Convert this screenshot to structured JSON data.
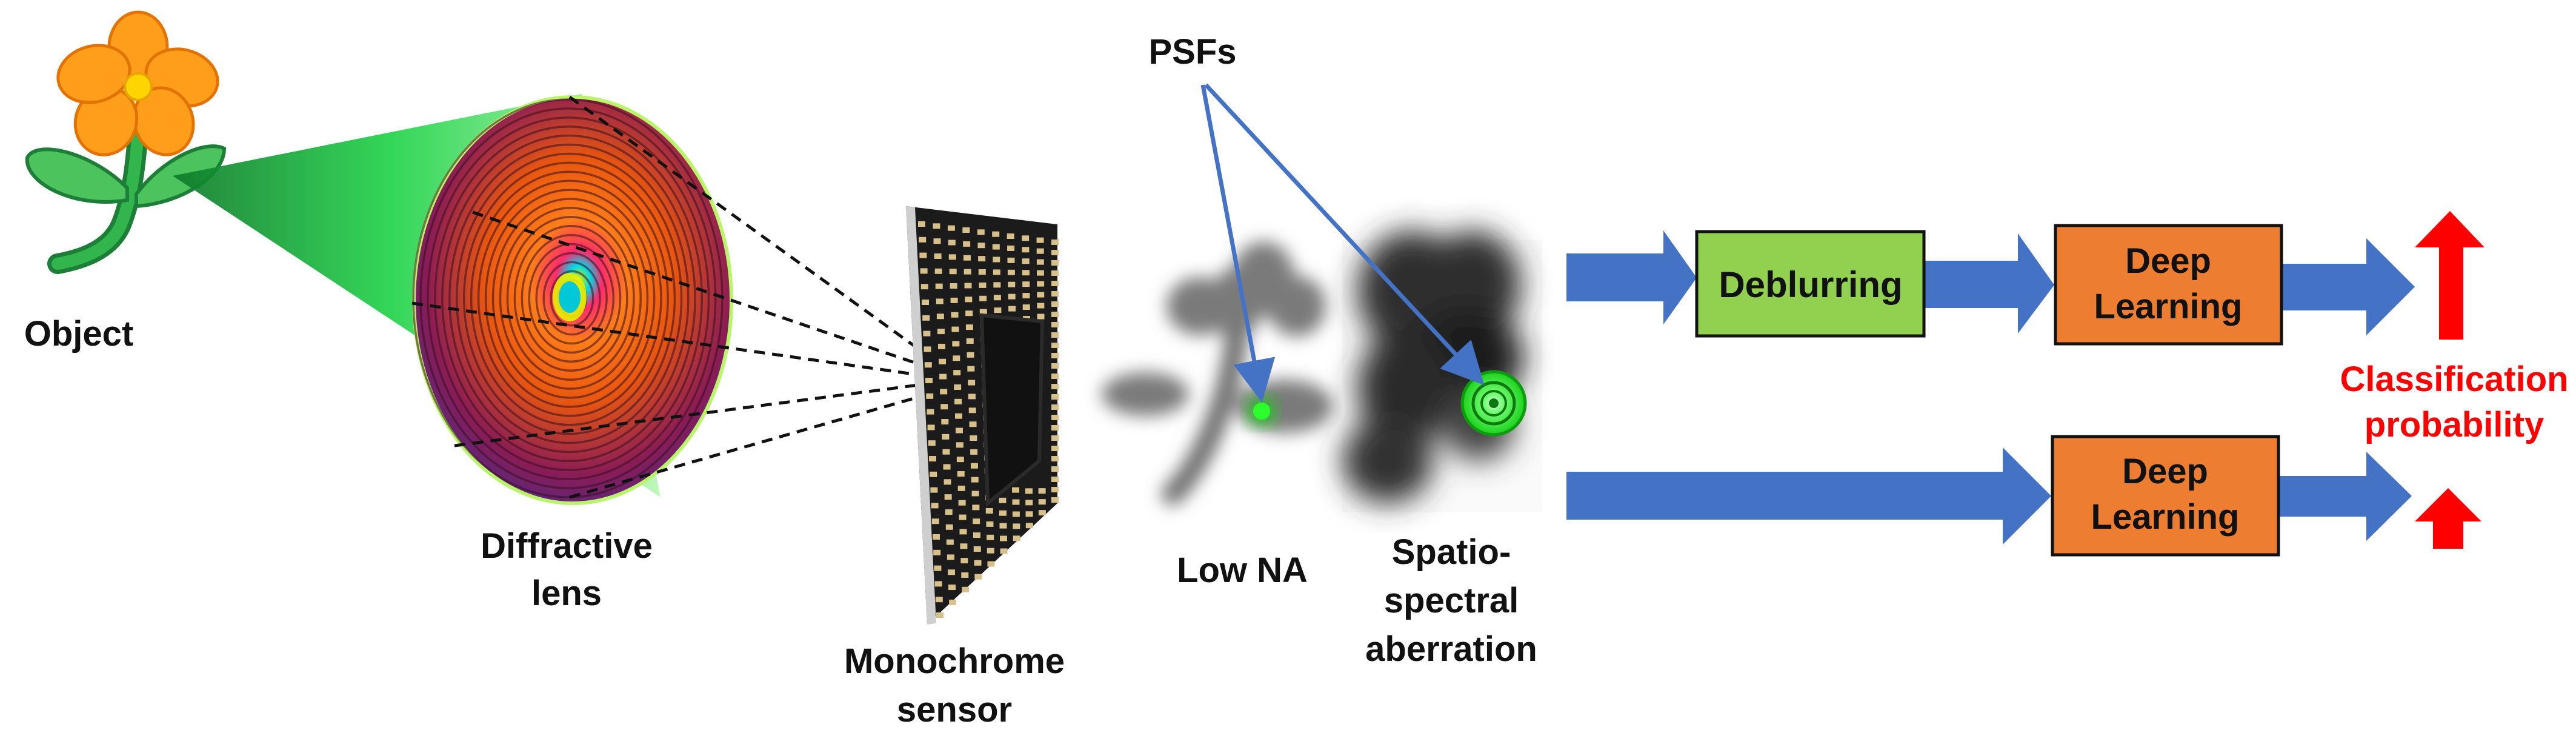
{
  "labels": {
    "object": "Object",
    "lens_line1": "Diffractive",
    "lens_line2": "lens",
    "sensor_line1": "Monochrome",
    "sensor_line2": "sensor",
    "psfs": "PSFs",
    "low_na": "Low NA",
    "aberration_line1": "Spatio-",
    "aberration_line2": "spectral",
    "aberration_line3": "aberration"
  },
  "pipeline": {
    "deblurring": "Deblurring",
    "deep_learning_top_line1": "Deep",
    "deep_learning_top_line2": "Learning",
    "deep_learning_bottom_line1": "Deep",
    "deep_learning_bottom_line2": "Learning",
    "classification_line1": "Classification",
    "classification_line2": "probability"
  },
  "colors": {
    "flower_petal": "#ff9e1b",
    "flower_center": "#ffd400",
    "stem_green": "#2fa84f",
    "cone_green": "#22d34a",
    "flow_arrow": "#4472c4",
    "deblur_box": "#92d050",
    "deep_learning_box": "#ed7d31",
    "probability_red": "#ff0000",
    "psf_arrow": "#4472c4"
  },
  "icons": {
    "object": "flower-icon",
    "lens": "diffractive-lens-icon",
    "sensor": "sensor-chip-icon",
    "low_na_image": "blurred-flower-icon",
    "aberration_image": "aberrated-flower-icon"
  }
}
